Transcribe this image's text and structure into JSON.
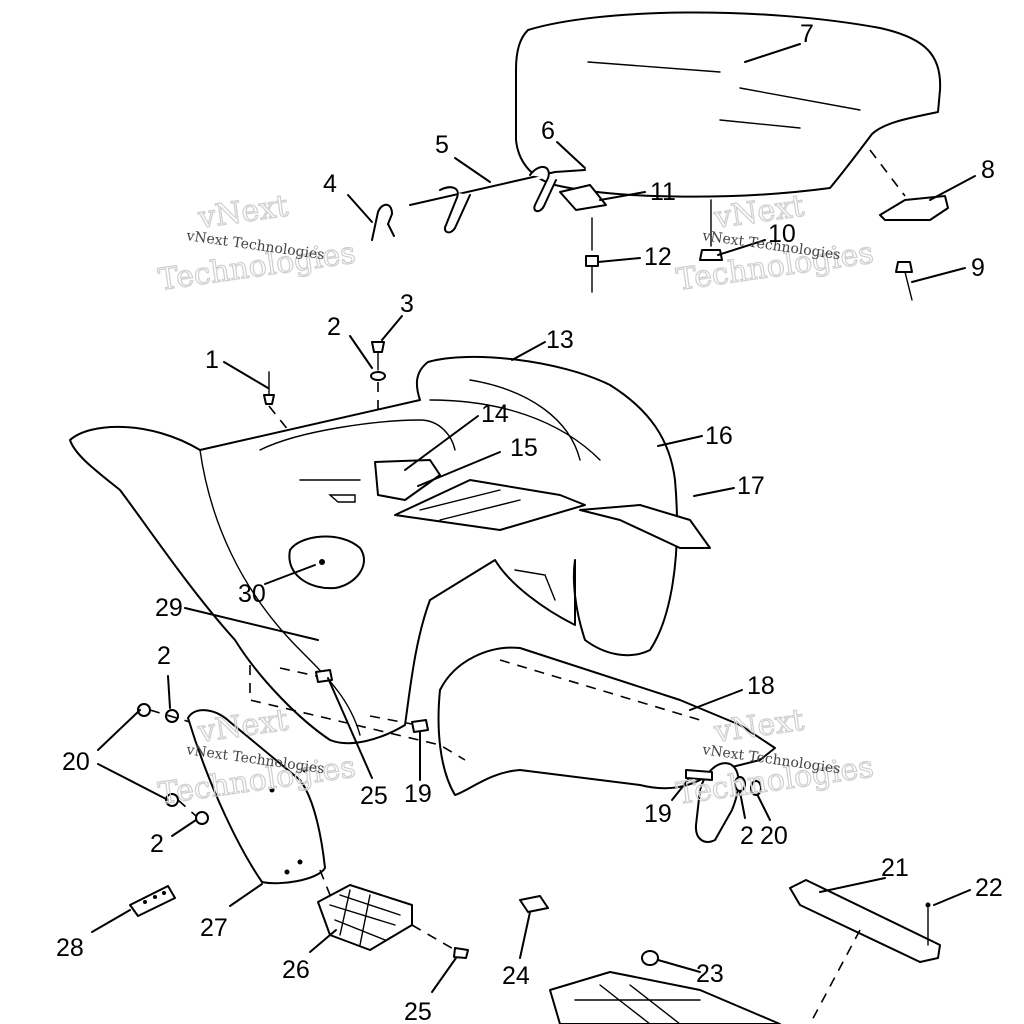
{
  "callouts": [
    {
      "id": "c1",
      "text": "1"
    },
    {
      "id": "c2a",
      "text": "2"
    },
    {
      "id": "c2b",
      "text": "2"
    },
    {
      "id": "c2c",
      "text": "2"
    },
    {
      "id": "c2d",
      "text": "2"
    },
    {
      "id": "c3",
      "text": "3"
    },
    {
      "id": "c4",
      "text": "4"
    },
    {
      "id": "c5",
      "text": "5"
    },
    {
      "id": "c6",
      "text": "6"
    },
    {
      "id": "c7",
      "text": "7"
    },
    {
      "id": "c8",
      "text": "8"
    },
    {
      "id": "c9",
      "text": "9"
    },
    {
      "id": "c10",
      "text": "10"
    },
    {
      "id": "c11",
      "text": "11"
    },
    {
      "id": "c12",
      "text": "12"
    },
    {
      "id": "c13",
      "text": "13"
    },
    {
      "id": "c14",
      "text": "14"
    },
    {
      "id": "c15",
      "text": "15"
    },
    {
      "id": "c16",
      "text": "16"
    },
    {
      "id": "c17",
      "text": "17"
    },
    {
      "id": "c18",
      "text": "18"
    },
    {
      "id": "c19a",
      "text": "19"
    },
    {
      "id": "c19b",
      "text": "19"
    },
    {
      "id": "c20a",
      "text": "20"
    },
    {
      "id": "c20b",
      "text": "20"
    },
    {
      "id": "c21",
      "text": "21"
    },
    {
      "id": "c22",
      "text": "22"
    },
    {
      "id": "c23",
      "text": "23"
    },
    {
      "id": "c24",
      "text": "24"
    },
    {
      "id": "c25a",
      "text": "25"
    },
    {
      "id": "c25b",
      "text": "25"
    },
    {
      "id": "c26",
      "text": "26"
    },
    {
      "id": "c27",
      "text": "27"
    },
    {
      "id": "c28",
      "text": "28"
    },
    {
      "id": "c29",
      "text": "29"
    },
    {
      "id": "c30",
      "text": "30"
    }
  ],
  "watermark": {
    "brand_line": "vNext",
    "company_line": "Technologies",
    "small_line": "vNext Technologies"
  }
}
